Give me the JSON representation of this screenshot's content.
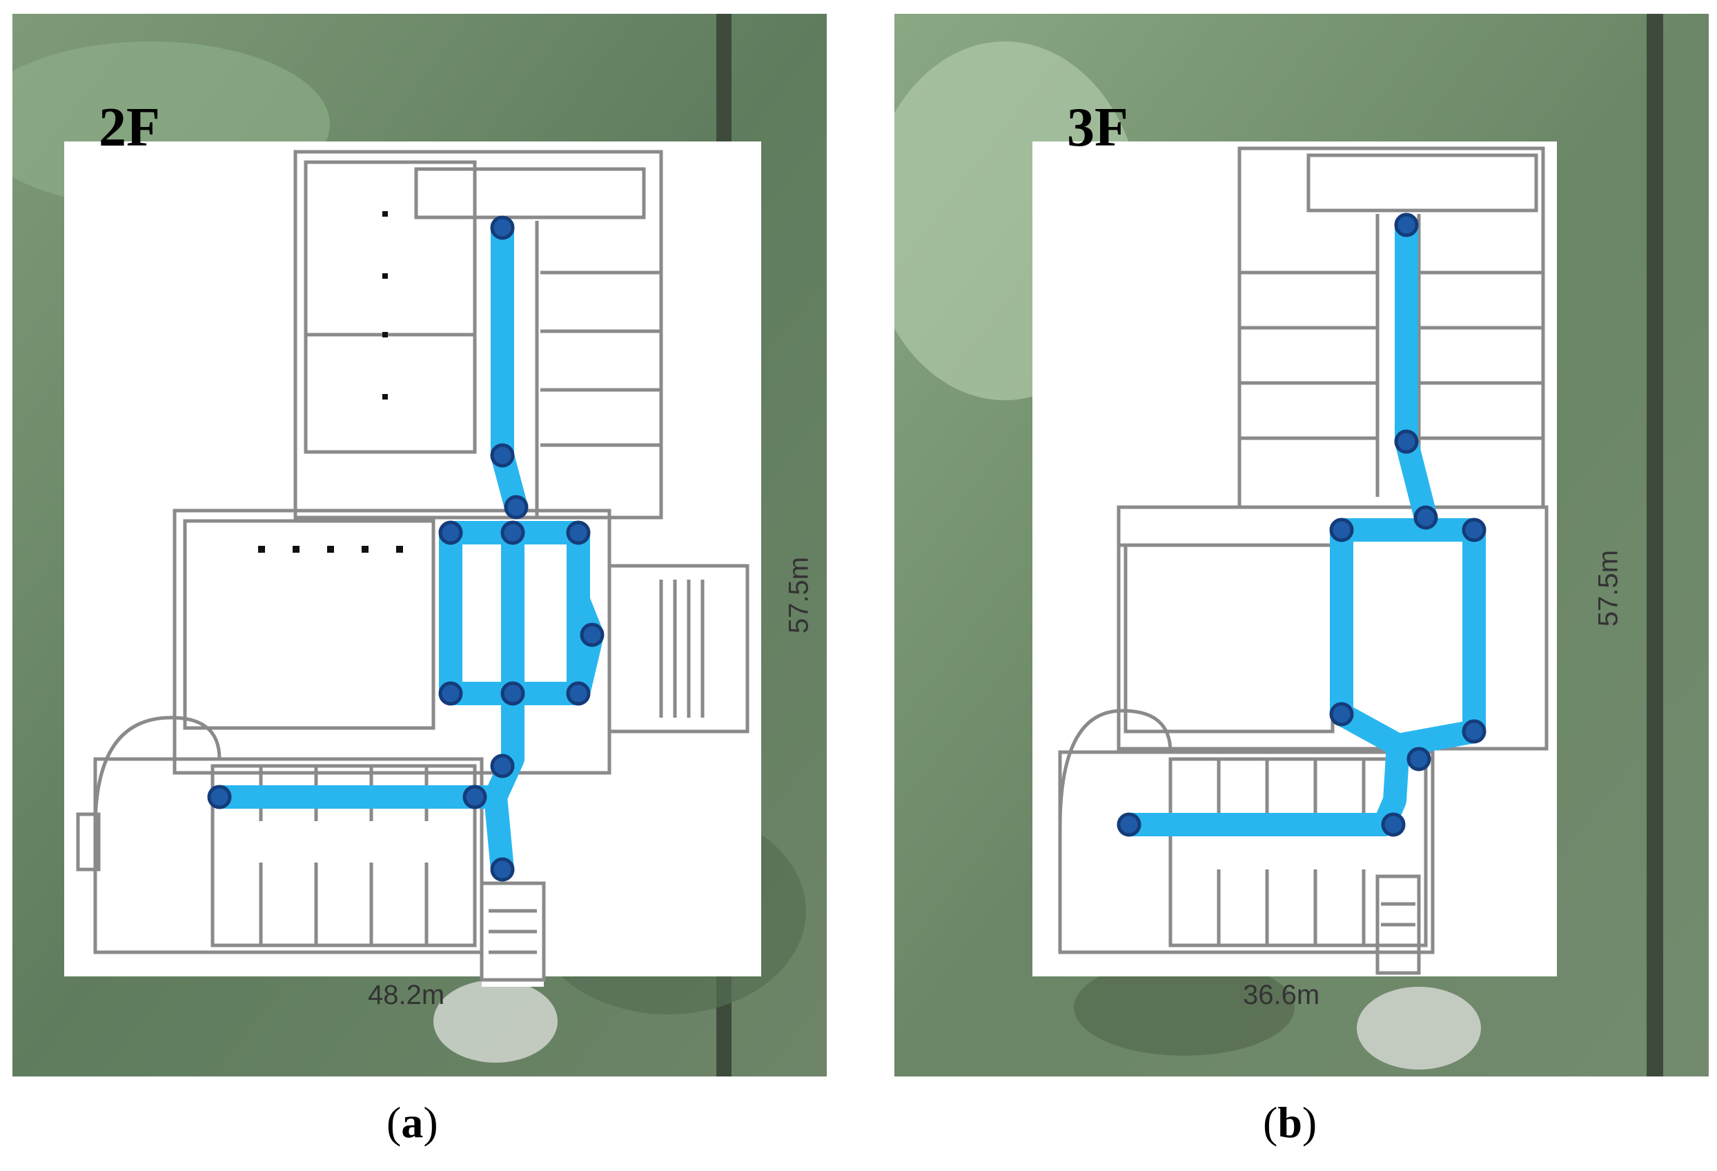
{
  "figures": [
    {
      "floor_label": "2F",
      "width_label": "48.2m",
      "height_label": "57.5m",
      "caption_letter": "a"
    },
    {
      "floor_label": "3F",
      "width_label": "36.6m",
      "height_label": "57.5m",
      "caption_letter": "b"
    }
  ],
  "colors": {
    "route": "#29b6ef",
    "node_fill": "#1f5aa6",
    "node_ring": "#143c7a",
    "wall": "#8a8a8a",
    "satellite": "#6f8a6a"
  }
}
